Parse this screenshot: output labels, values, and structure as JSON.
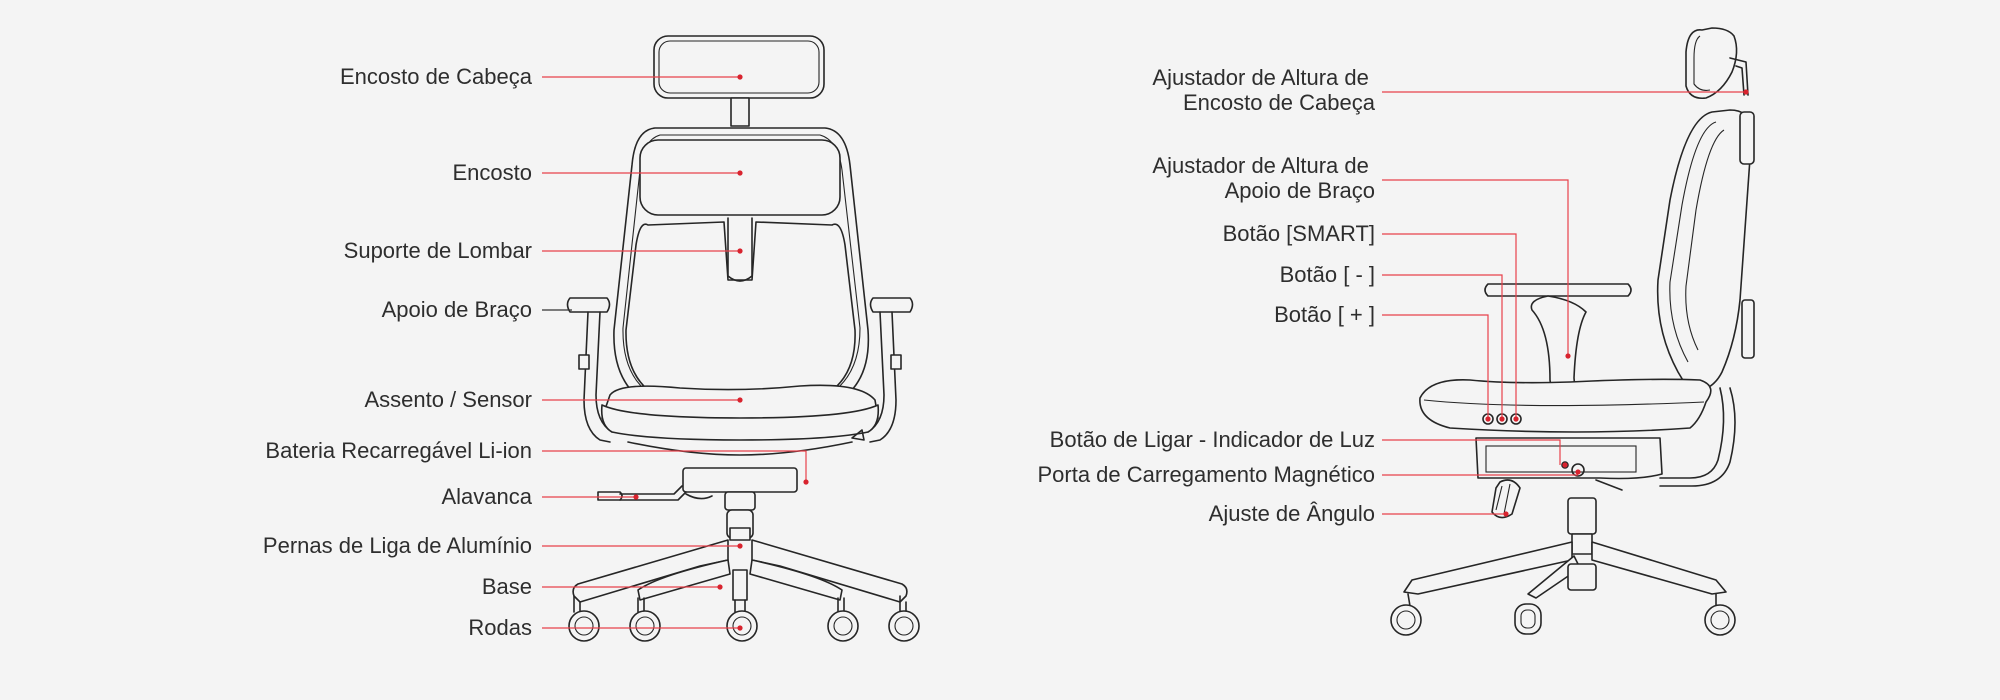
{
  "front_view": {
    "labels": [
      "Encosto de Cabeça",
      "Encosto",
      "Suporte de Lombar",
      "Apoio de Braço",
      "Assento / Sensor",
      "Bateria Recarregável Li-ion",
      "Alavanca",
      "Pernas de Liga de Alumínio",
      "Base",
      "Rodas"
    ]
  },
  "side_view": {
    "labels": [
      "Ajustador de Altura de\nEncosto de Cabeça",
      "Ajustador de Altura de\nApoio de Braço",
      "Botão [SMART]",
      "Botão [ - ]",
      "Botão [ + ]",
      "Botão de Ligar - Indicador de Luz",
      "Porta de Carregamento Magnético",
      "Ajuste de Ângulo"
    ]
  },
  "colors": {
    "background": "#f4f4f4",
    "line_art": "#262626",
    "callout": "#e8404a"
  }
}
